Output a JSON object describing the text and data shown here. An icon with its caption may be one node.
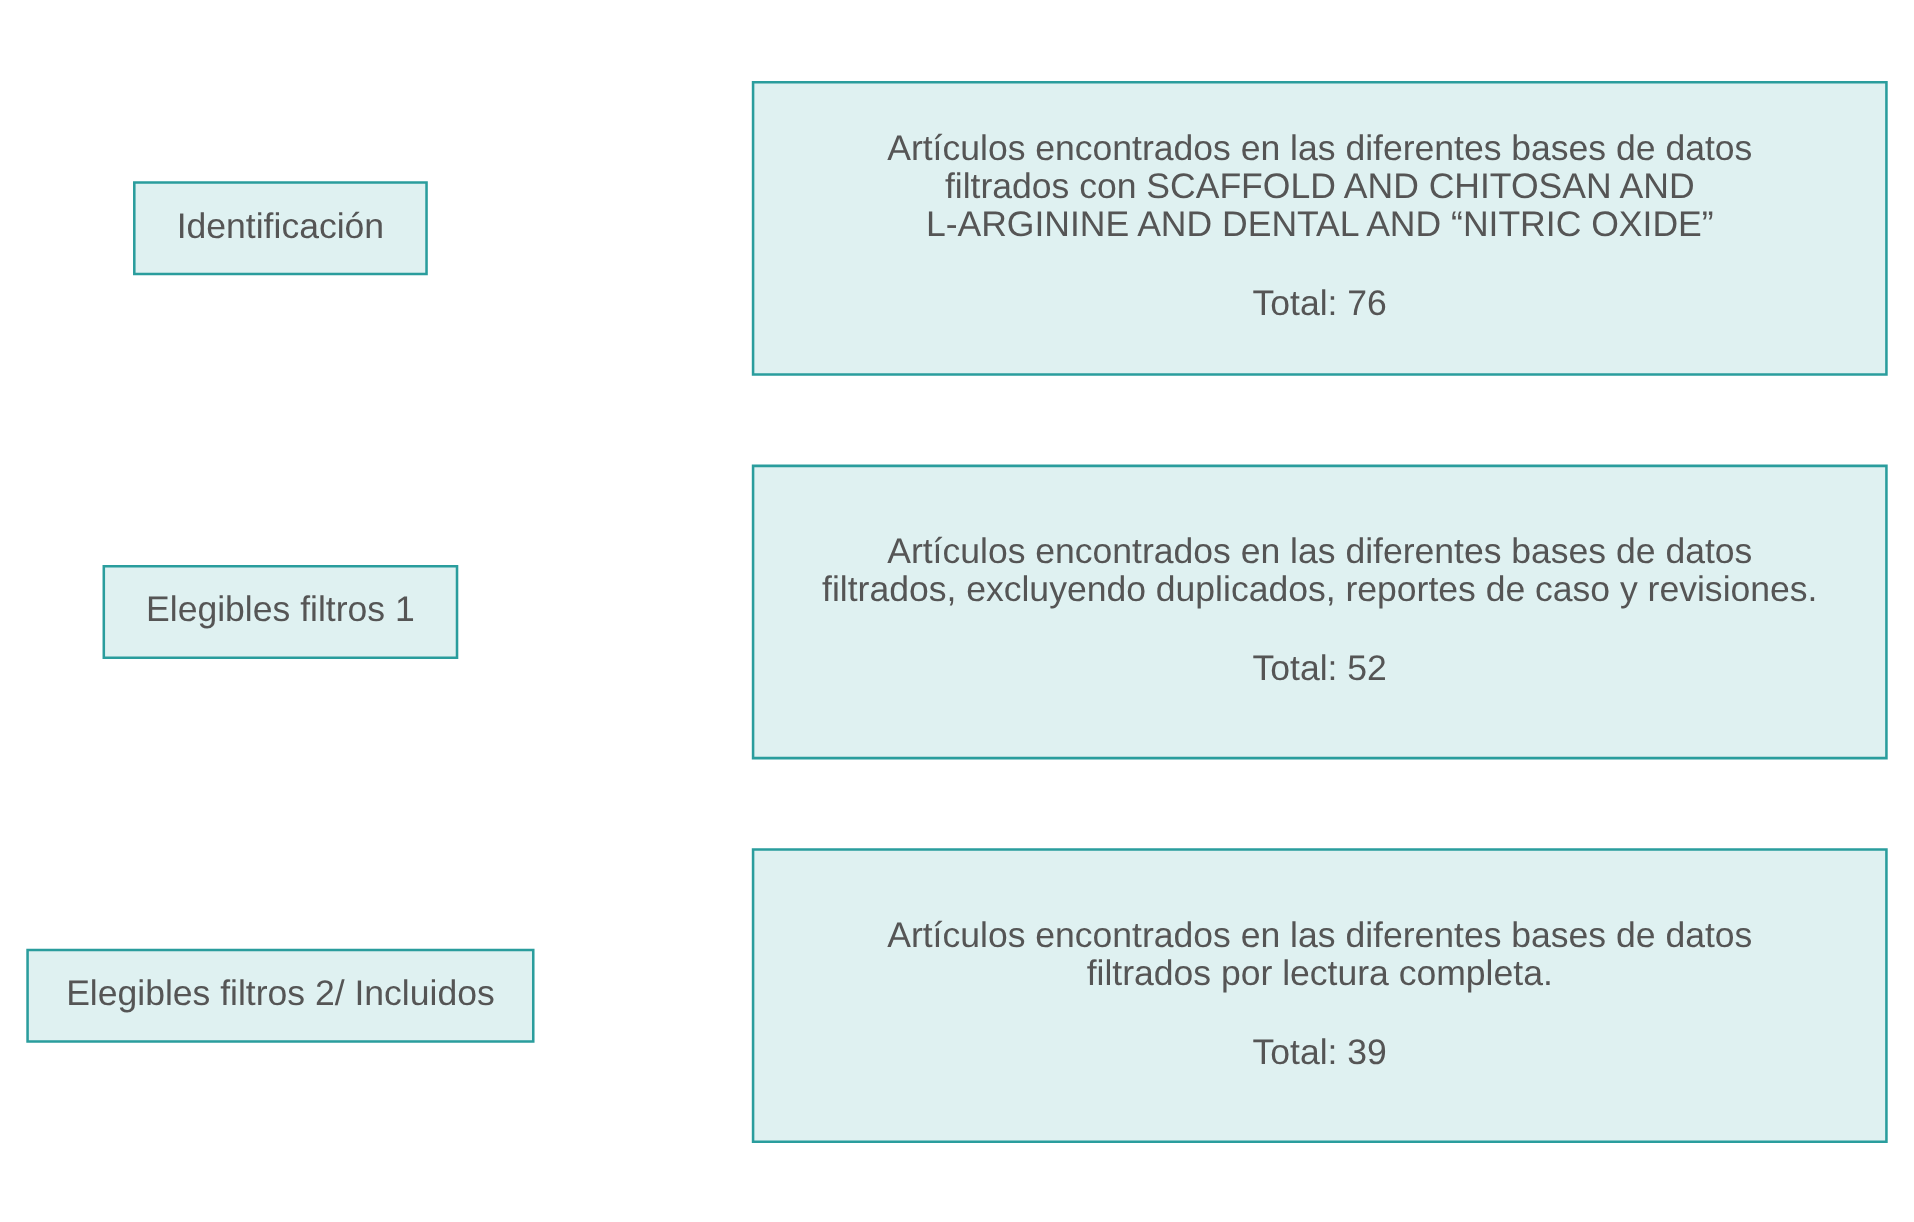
{
  "diagram": {
    "nodes": [
      {
        "text": [
          "Identificación"
        ]
      },
      {
        "text": [
          "Artículos encontrados en las diferentes bases de datos filtrados con SCAFFOLD AND CHITOSAN AND L-ARGININE AND DENTAL AND “NITRIC OXIDE”",
          "Total: 76"
        ]
      },
      {
        "text": [
          "Elegibles filtros 1"
        ]
      },
      {
        "text": [
          "Artículos encontrados en las diferentes bases de datos filtrados, excluyendo duplicados, reportes de caso y revisiones.",
          "Total: 52"
        ]
      },
      {
        "text": [
          "Elegibles filtros 2/ Incluidos"
        ]
      },
      {
        "text": [
          "Artículos encontrados en las diferentes bases de datos filtrados por lectura completa.",
          "Total: 39"
        ]
      }
    ],
    "edges": []
  }
}
